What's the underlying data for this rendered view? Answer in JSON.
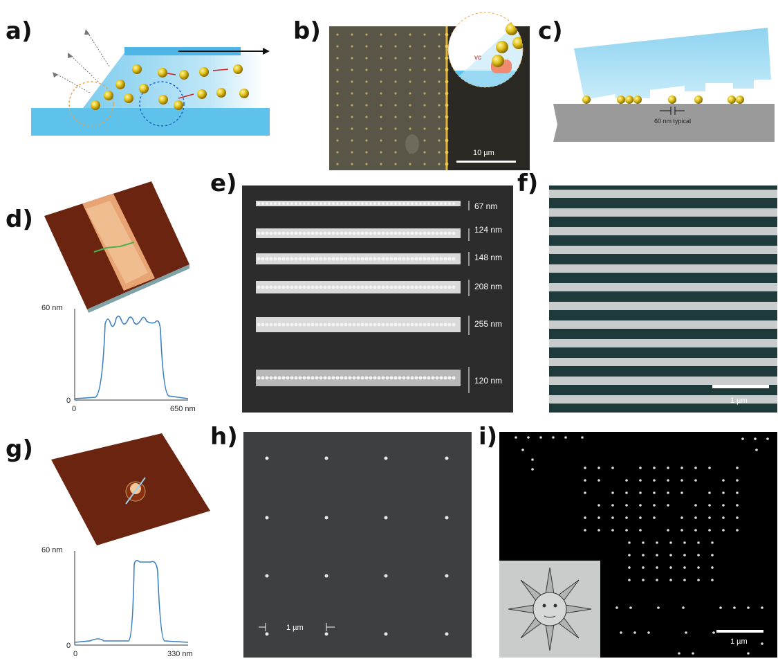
{
  "panels": {
    "a": {
      "label": "a)"
    },
    "b": {
      "label": "b)",
      "scale": "10 µm",
      "symbol": "vc"
    },
    "c": {
      "label": "c)",
      "annotation": "60 nm typical"
    },
    "d": {
      "label": "d)",
      "y_top": "60 nm",
      "y_zero": "0",
      "x_zero": "0",
      "x_end": "650 nm"
    },
    "e": {
      "label": "e)",
      "widths": [
        "67 nm",
        "124 nm",
        "148 nm",
        "208 nm",
        "255 nm",
        "120 nm"
      ]
    },
    "f": {
      "label": "f)",
      "scale": "1 µm"
    },
    "g": {
      "label": "g)",
      "y_top": "60 nm",
      "y_zero": "0",
      "x_zero": "0",
      "x_end": "330 nm"
    },
    "h": {
      "label": "h)",
      "scale": "1 µm"
    },
    "i": {
      "label": "i)",
      "scale": "1 µm"
    }
  },
  "colors": {
    "gold": "#e2c21a",
    "fluid": "#8fd3f0",
    "profile": "#3b7fc4",
    "sem_dark": "#1b1b1b"
  }
}
